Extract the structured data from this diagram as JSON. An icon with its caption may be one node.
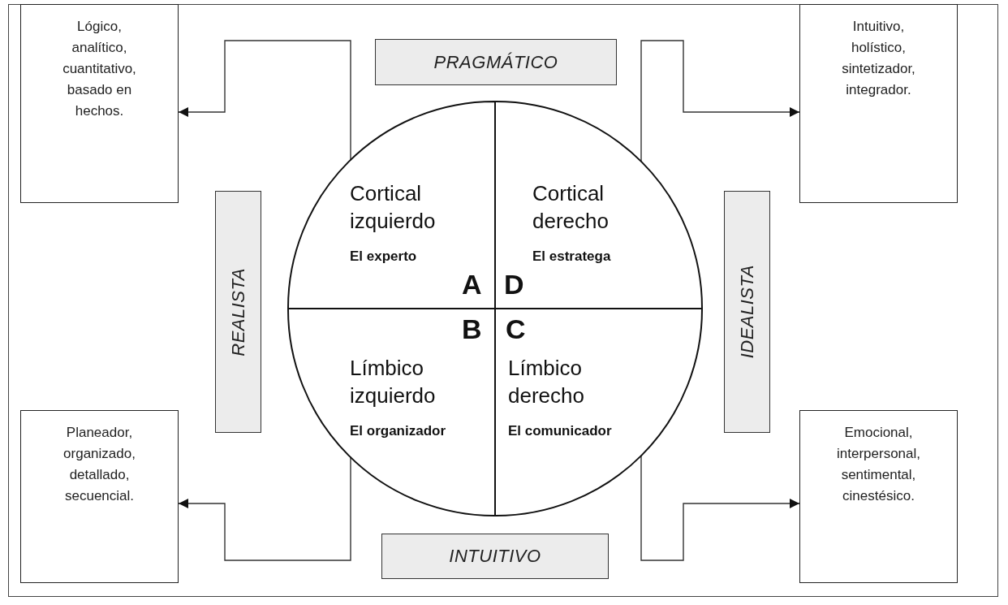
{
  "diagram": {
    "nodes": [
      {
        "text": [
          "Lógico, analítico, cuantitativo, basado en hechos."
        ]
      },
      {
        "text": [
          "PRAGMÁTICO"
        ]
      },
      {
        "text": [
          "Intuitivo, holístico, sintetizador, integrador."
        ]
      },
      {
        "text": [
          "REALISTA"
        ]
      },
      {
        "text": [
          "Cortical izquierdo",
          "El experto",
          "A"
        ]
      },
      {
        "text": [
          "Cortical derecho",
          "El estratega",
          "D"
        ]
      },
      {
        "text": [
          "IDEALISTA"
        ]
      },
      {
        "text": [
          "B",
          "Límbico izquierdo",
          "El organizador"
        ]
      },
      {
        "text": [
          "C",
          "Límbico derecho",
          "El comunicador"
        ]
      },
      {
        "text": [
          "Planeador, organizado, detallado, secuencial."
        ]
      },
      {
        "text": [
          "INTUITIVO"
        ]
      },
      {
        "text": [
          "Emocional, interpersonal, sentimental, cinestésico."
        ]
      }
    ],
    "edges": [
      {
        "from": 4,
        "to": 0,
        "arrow": "to"
      },
      {
        "from": 5,
        "to": 2,
        "arrow": "to"
      },
      {
        "from": 7,
        "to": 9,
        "arrow": "to"
      },
      {
        "from": 8,
        "to": 11,
        "arrow": "to"
      }
    ]
  }
}
